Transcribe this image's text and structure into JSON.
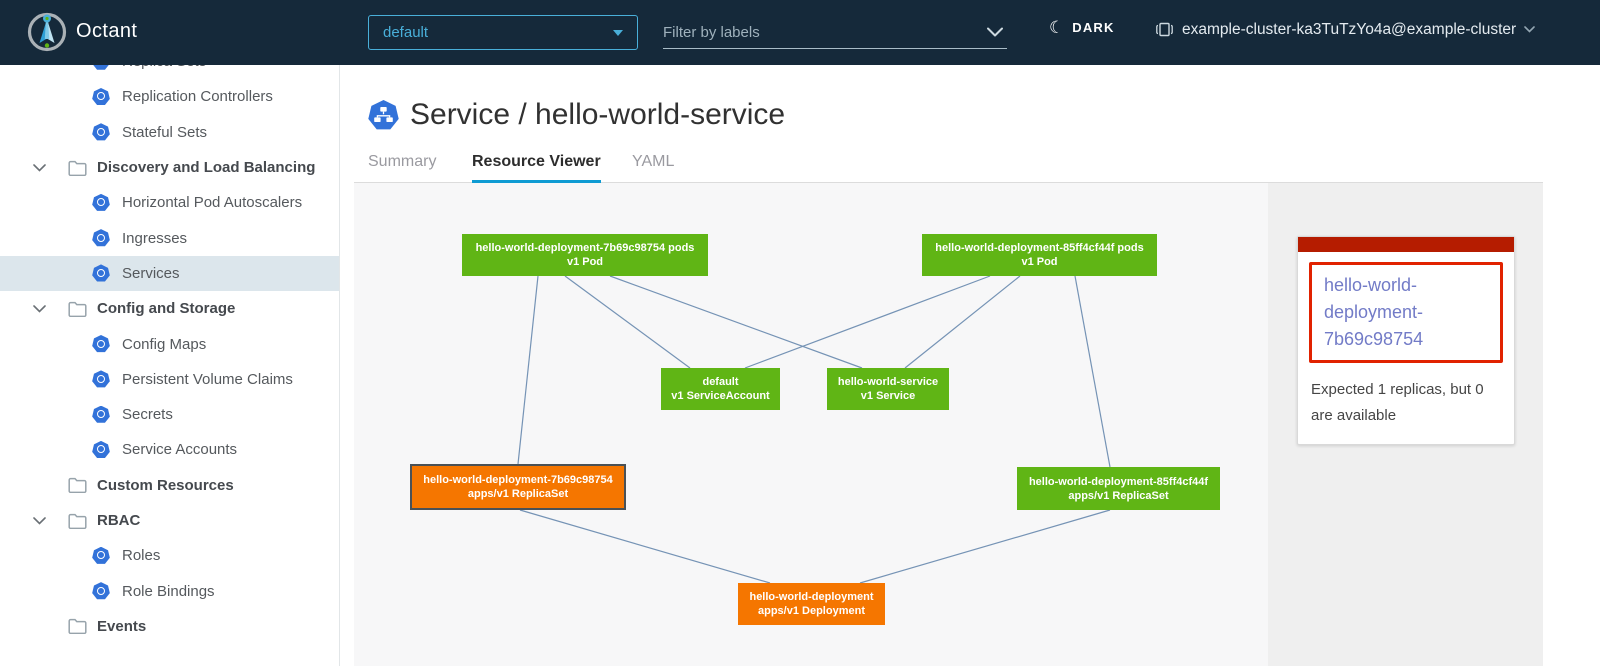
{
  "header": {
    "app_title": "Octant",
    "namespace": {
      "value": "default"
    },
    "filter": {
      "placeholder": "Filter by labels"
    },
    "theme": {
      "label": "DARK"
    },
    "context": {
      "label": "example-cluster-ka3TuTzYo4a@example-cluster"
    }
  },
  "sidebar": {
    "items": [
      {
        "label": "Replica Sets",
        "type": "resource"
      },
      {
        "label": "Replication Controllers",
        "type": "resource"
      },
      {
        "label": "Stateful Sets",
        "type": "resource"
      },
      {
        "label": "Discovery and Load Balancing",
        "type": "group",
        "expanded": true
      },
      {
        "label": "Horizontal Pod Autoscalers",
        "type": "resource"
      },
      {
        "label": "Ingresses",
        "type": "resource"
      },
      {
        "label": "Services",
        "type": "resource",
        "selected": true
      },
      {
        "label": "Config and Storage",
        "type": "group",
        "expanded": true
      },
      {
        "label": "Config Maps",
        "type": "resource"
      },
      {
        "label": "Persistent Volume Claims",
        "type": "resource"
      },
      {
        "label": "Secrets",
        "type": "resource"
      },
      {
        "label": "Service Accounts",
        "type": "resource"
      },
      {
        "label": "Custom Resources",
        "type": "group",
        "expanded": false
      },
      {
        "label": "RBAC",
        "type": "group",
        "expanded": true
      },
      {
        "label": "Roles",
        "type": "resource"
      },
      {
        "label": "Role Bindings",
        "type": "resource"
      },
      {
        "label": "Events",
        "type": "group",
        "expanded": false
      }
    ]
  },
  "main": {
    "title": "Service / hello-world-service",
    "tabs": [
      {
        "label": "Summary",
        "active": false
      },
      {
        "label": "Resource Viewer",
        "active": true
      },
      {
        "label": "YAML",
        "active": false
      }
    ]
  },
  "graph": {
    "nodes": [
      {
        "id": "pod1",
        "title": "hello-world-deployment-7b69c98754 pods",
        "subtitle": "v1 Pod",
        "status": "ok"
      },
      {
        "id": "pod2",
        "title": "hello-world-deployment-85ff4cf44f pods",
        "subtitle": "v1 Pod",
        "status": "ok"
      },
      {
        "id": "sa",
        "title": "default",
        "subtitle": "v1 ServiceAccount",
        "status": "ok"
      },
      {
        "id": "svc",
        "title": "hello-world-service",
        "subtitle": "v1 Service",
        "status": "ok"
      },
      {
        "id": "rs1",
        "title": "hello-world-deployment-7b69c98754",
        "subtitle": "apps/v1 ReplicaSet",
        "status": "warning",
        "selected": true
      },
      {
        "id": "rs2",
        "title": "hello-world-deployment-85ff4cf44f",
        "subtitle": "apps/v1 ReplicaSet",
        "status": "ok"
      },
      {
        "id": "dep",
        "title": "hello-world-deployment",
        "subtitle": "apps/v1 Deployment",
        "status": "warning"
      }
    ],
    "edges": [
      [
        "pod1",
        "rs1"
      ],
      [
        "pod1",
        "sa"
      ],
      [
        "pod1",
        "svc"
      ],
      [
        "pod2",
        "sa"
      ],
      [
        "pod2",
        "svc"
      ],
      [
        "pod2",
        "rs2"
      ],
      [
        "rs1",
        "dep"
      ],
      [
        "rs2",
        "dep"
      ]
    ]
  },
  "panel": {
    "resource_name": "hello-world-deployment-7b69c98754",
    "message": "Expected 1 replicas, but 0 are available"
  },
  "colors": {
    "ok": "#60b515",
    "warning": "#f57600",
    "danger_border": "#e12200",
    "danger_bar": "#b51c00",
    "accent": "#49afd9",
    "link": "#727bc7",
    "tab_underline": "#0e9bd3",
    "icon_blue": "#3272d9",
    "edge": "#7593b5"
  }
}
